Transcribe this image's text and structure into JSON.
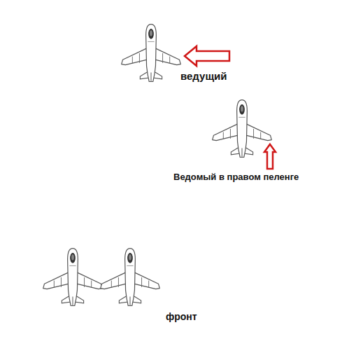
{
  "diagram": {
    "labels": [
      "ведущий",
      "Ведомый в правом пеленге",
      "фронт"
    ]
  }
}
